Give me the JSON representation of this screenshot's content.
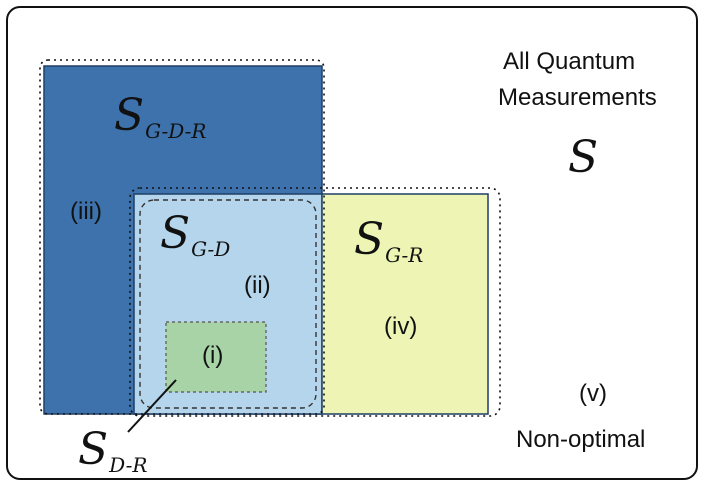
{
  "universe": {
    "title_line1": "All Quantum",
    "title_line2": "Measurements",
    "symbol": "S"
  },
  "regions": {
    "gdr": {
      "symbol": "S",
      "subscript": "G-D-R",
      "roman": "(iii)",
      "color": "#3e72ac"
    },
    "gd": {
      "symbol": "S",
      "subscript": "G-D",
      "roman": "(ii)",
      "color": "#b4d5eb"
    },
    "gr": {
      "symbol": "S",
      "subscript": "G-R",
      "roman": "(iv)",
      "color": "#eef5b4"
    },
    "dr": {
      "symbol": "S",
      "subscript": "D-R",
      "roman": "(i)",
      "color": "#a8d3a6"
    },
    "non_optimal": {
      "roman": "(v)",
      "label": "Non-optimal"
    }
  }
}
